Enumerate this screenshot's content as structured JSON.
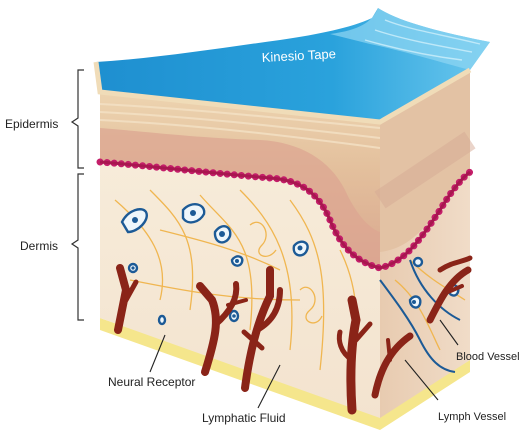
{
  "labels": {
    "tape": "Kinesio Tape",
    "epidermis": "Epidermis",
    "dermis": "Dermis",
    "blood_vessel": "Blood Vessel",
    "neural_receptor": "Neural Receptor",
    "lymphatic_fluid": "Lymphatic Fluid",
    "lymph_vessel": "Lymph Vessel"
  },
  "colors": {
    "tape": "#2a9ed8",
    "tape_light": "#7fd0f0",
    "epidermis_top": "#e9c9a8",
    "epidermis_band": "#d9a48a",
    "dermis": "#f6ead8",
    "side_face": "#eed8c2",
    "basement_membrane": "#c41e6a",
    "blood_vessel": "#8a2418",
    "fibers": "#f0b650",
    "lymph": "#1c5a96",
    "base": "#f7ec9a"
  }
}
